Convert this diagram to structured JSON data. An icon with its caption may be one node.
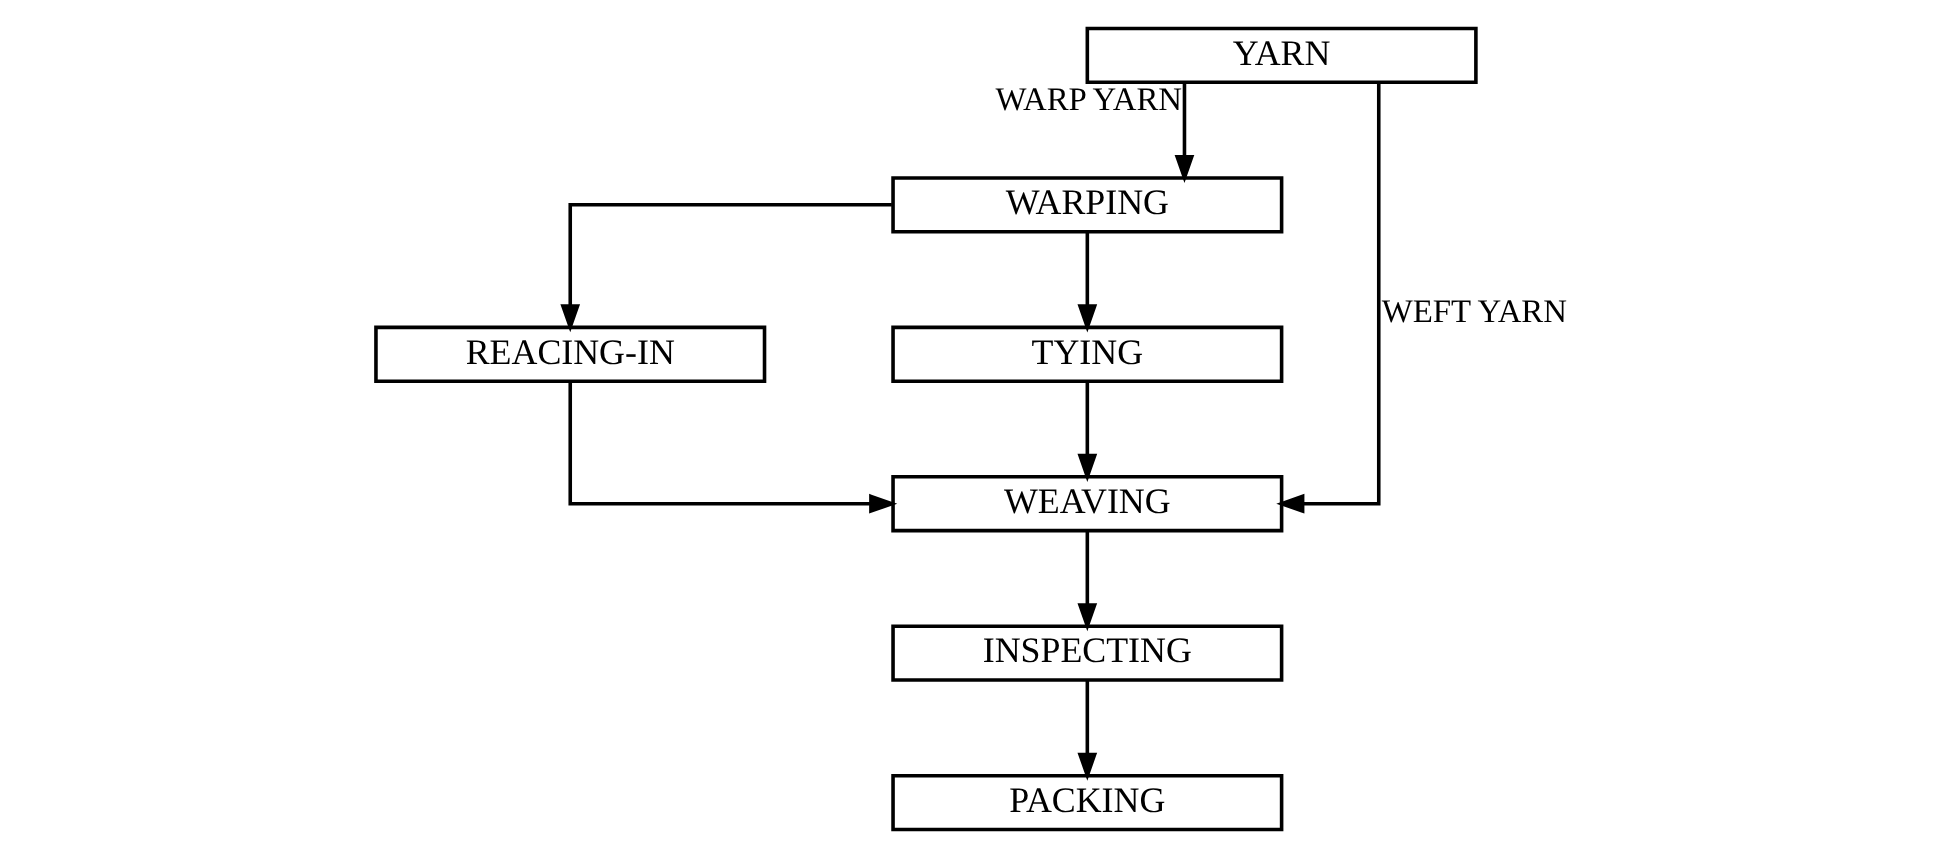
{
  "diagram": {
    "nodes": [
      {
        "text": [
          "YARN"
        ]
      },
      {
        "text": [
          "WARPING"
        ]
      },
      {
        "text": [
          "REACING-IN"
        ]
      },
      {
        "text": [
          "TYING"
        ]
      },
      {
        "text": [
          "WEAVING"
        ]
      },
      {
        "text": [
          "INSPECTING"
        ]
      },
      {
        "text": [
          "PACKING"
        ]
      }
    ],
    "edges": [
      {
        "from": 0,
        "to": 1,
        "arrow": "to",
        "label": "WARP YARN"
      },
      {
        "from": 0,
        "to": 4,
        "arrow": "to",
        "label": "WEFT YARN"
      },
      {
        "from": 1,
        "to": 2,
        "arrow": "to"
      },
      {
        "from": 1,
        "to": 3,
        "arrow": "to"
      },
      {
        "from": 2,
        "to": 4,
        "arrow": "to"
      },
      {
        "from": 3,
        "to": 4,
        "arrow": "to"
      },
      {
        "from": 4,
        "to": 5,
        "arrow": "to"
      },
      {
        "from": 5,
        "to": 6,
        "arrow": "to"
      }
    ]
  }
}
